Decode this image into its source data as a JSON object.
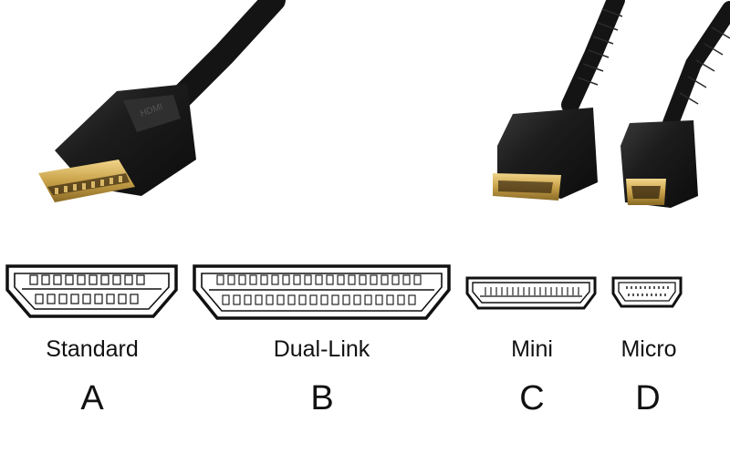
{
  "connectors": [
    {
      "name": "Standard",
      "letter": "A"
    },
    {
      "name": "Dual-Link",
      "letter": "B"
    },
    {
      "name": "Mini",
      "letter": "C"
    },
    {
      "name": "Micro",
      "letter": "D"
    }
  ],
  "colors": {
    "background": "#ffffff",
    "cable": "#141414",
    "housing": "#1c1c1c",
    "gold_plug": "#c9a24a",
    "outline": "#111111"
  }
}
